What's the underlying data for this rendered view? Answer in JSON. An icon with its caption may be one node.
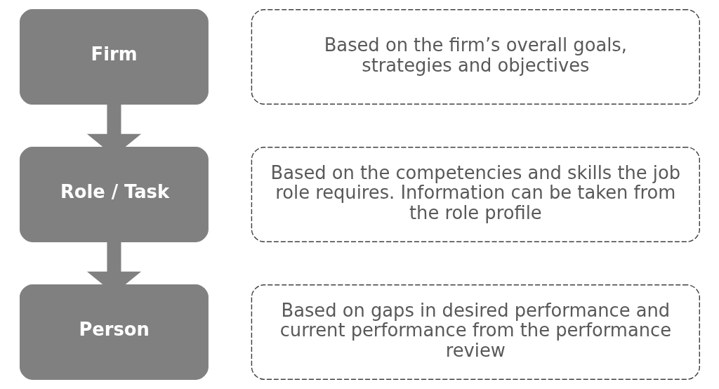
{
  "diagram": {
    "nodes": [
      {
        "text": [
          "Firm"
        ]
      },
      {
        "text": [
          "Role / Task"
        ]
      },
      {
        "text": [
          "Person"
        ]
      },
      {
        "text": [
          "Based on the firm’s overall goals, strategies and objectives"
        ]
      },
      {
        "text": [
          "Based on the competencies and skills the job role requires. Information can be taken from the role profile"
        ]
      },
      {
        "text": [
          "Based on gaps in desired performance and current performance from the performance review"
        ]
      }
    ],
    "edges": [
      {
        "from": 0,
        "to": 1,
        "arrow": "to"
      },
      {
        "from": 1,
        "to": 2,
        "arrow": "to"
      }
    ]
  }
}
